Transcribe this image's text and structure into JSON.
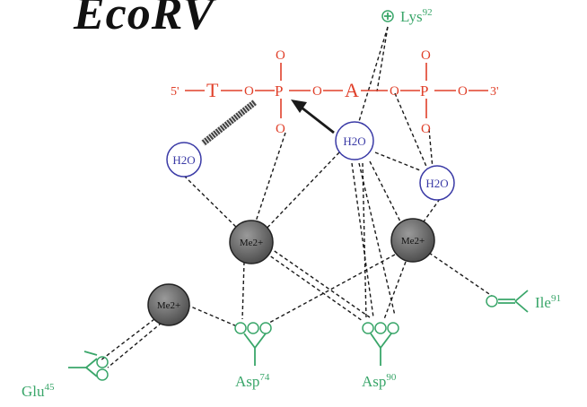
{
  "title": "EcoRV",
  "dna": {
    "five_prime": "5'",
    "T": "T",
    "A": "A",
    "three_prime": "3'",
    "O": "O",
    "P": "P"
  },
  "waters": [
    {
      "label": "H2O"
    },
    {
      "label": "H2O"
    },
    {
      "label": "H2O"
    }
  ],
  "metals": [
    {
      "label": "Me2+"
    },
    {
      "label": "Me2+"
    },
    {
      "label": "Me2+"
    }
  ],
  "residues": {
    "lys": {
      "name": "Lys",
      "number": "92"
    },
    "glu": {
      "name": "Glu",
      "number": "45"
    },
    "asp74": {
      "name": "Asp",
      "number": "74"
    },
    "asp90": {
      "name": "Asp",
      "number": "90"
    },
    "ile": {
      "name": "Ile",
      "number": "91"
    }
  },
  "colors": {
    "dna": "#e0402a",
    "protein": "#3aa66a",
    "water": "#3a3aa6",
    "metal": "#5a5a5a"
  }
}
